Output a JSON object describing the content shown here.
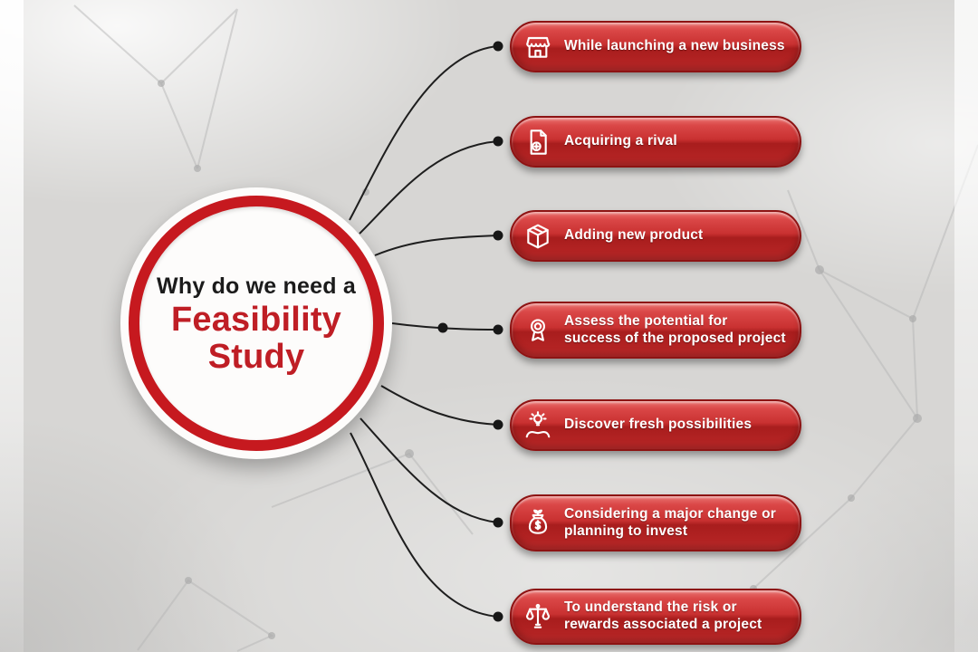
{
  "title": {
    "line1": "Why do we need a",
    "line2": "Feasibility",
    "line3": "Study"
  },
  "items": [
    {
      "label": "While launching a new business",
      "icon": "storefront-icon"
    },
    {
      "label": "Acquiring a rival",
      "icon": "document-plus-icon"
    },
    {
      "label": "Adding new product",
      "icon": "package-icon"
    },
    {
      "label": "Assess the potential for success of the proposed project",
      "icon": "medal-icon"
    },
    {
      "label": "Discover fresh possibilities",
      "icon": "idea-hands-icon"
    },
    {
      "label": "Considering a major change or planning to invest",
      "icon": "money-bag-icon"
    },
    {
      "label": "To understand the risk or rewards associated a project",
      "icon": "scales-icon"
    }
  ],
  "colors": {
    "bar_red": "#c22c2c",
    "bar_border": "#8d1313",
    "ring_red": "#c6191f",
    "title_red": "#bf1e25",
    "title_dark": "#1b1b1b",
    "connector": "#1e1e1e",
    "background": "#d7d6d4",
    "bar_text": "#ffffff"
  }
}
